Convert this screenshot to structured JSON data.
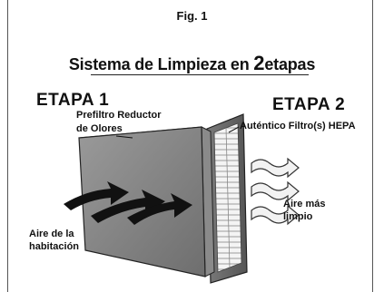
{
  "figure_label": "Fig. 1",
  "title": {
    "prefix": "Sistema de Limpieza en ",
    "number": "2",
    "suffix": "etapas"
  },
  "stage1": {
    "heading": "ETAPA 1",
    "label_line1": "Prefiltro Reductor",
    "label_line2": "de Olores"
  },
  "stage2": {
    "heading": "ETAPA 2",
    "label": "Auténtico Filtro(s) HEPA"
  },
  "outflow": {
    "label_line1": "Aire más",
    "label_line2": "limpio"
  },
  "inflow": {
    "label_line1": "Aire de la",
    "label_line2": "habitación"
  }
}
